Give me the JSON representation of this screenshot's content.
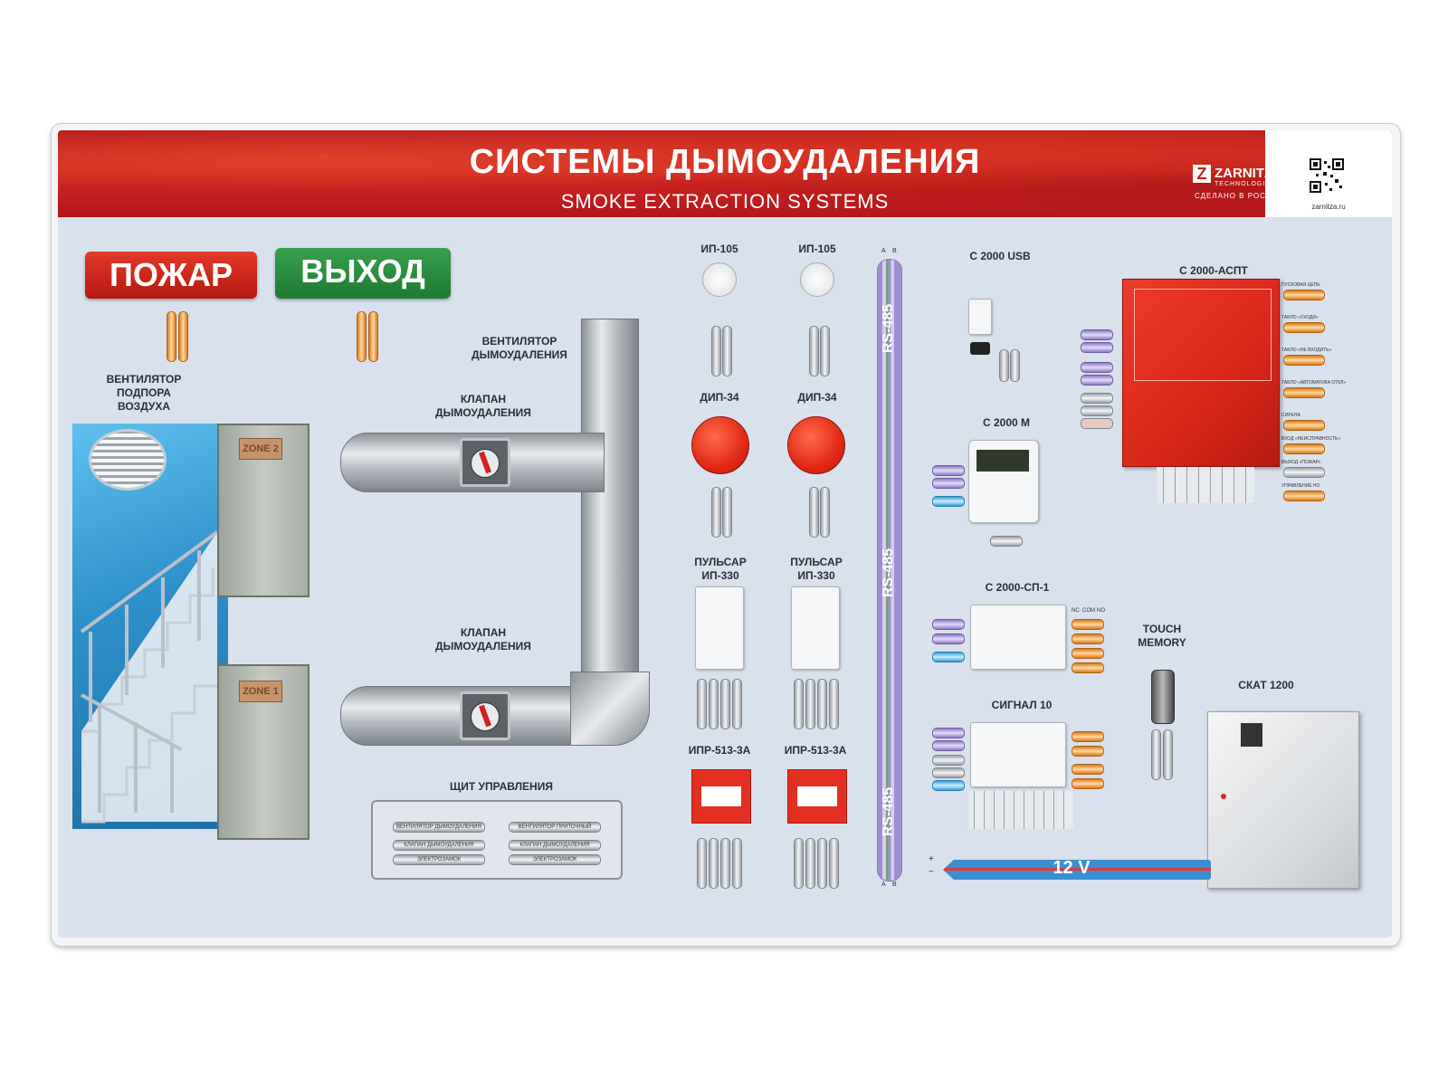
{
  "header": {
    "title": "СИСТЕМЫ ДЫМОУДАЛЕНИЯ",
    "subtitle": "SMOKE EXTRACTION SYSTEMS",
    "brand_name": "ZARNITZA",
    "brand_tagline": "TECHNOLOGIES",
    "brand_made": "СДЕЛАНО В РОССИИ",
    "site": "zarnitza.ru"
  },
  "signs": {
    "fire": "ПОЖАР",
    "exit": "ВЫХОД"
  },
  "labels": {
    "supply_fan": "ВЕНТИЛЯТОР\nПОДПОРА\nВОЗДУХА",
    "smoke_fan": "ВЕНТИЛЯТОР\nДЫМОУДАЛЕНИЯ",
    "valve_top": "КЛАПАН\nДЫМОУДАЛЕНИЯ",
    "valve_bottom": "КЛАПАН\nДЫМОУДАЛЕНИЯ",
    "control_panel": "ЩИТ УПРАВЛЕНИЯ",
    "ip105_a": "ИП-105",
    "ip105_b": "ИП-105",
    "dip34_a": "ДИП-34",
    "dip34_b": "ДИП-34",
    "pulsar_a": "ПУЛЬСАР\nИП-330",
    "pulsar_b": "ПУЛЬСАР\nИП-330",
    "ipr_a": "ИПР-513-3А",
    "ipr_b": "ИПР-513-3А",
    "c2000usb": "С 2000 USB",
    "c2000m": "С 2000 М",
    "c2000sp1": "С 2000-СП-1",
    "signal10": "СИГНАЛ 10",
    "c2000aspt": "С 2000-АСПТ",
    "touch_memory": "TOUCH\nMEMORY",
    "skat": "СКАТ 1200"
  },
  "zones": {
    "zone1": "ZONE 1",
    "zone2": "ZONE 2"
  },
  "bus": {
    "name": "RS-485",
    "a": "A",
    "b": "B"
  },
  "power": {
    "voltage": "12 V",
    "plus": "+",
    "minus": "−"
  },
  "control_buttons": {
    "fan_smoke": "ВЕНТИЛЯТОР ДЫМОУДАЛЕНИЯ",
    "fan_supply": "ВЕНТИЛЯТОР ПРИТОЧНЫЙ",
    "valve1": "КЛАПАН ДЫМОУДАЛЕНИЯ",
    "valve2": "КЛАПАН ДЫМОУДАЛЕНИЯ",
    "lock1": "ЭЛЕКТРОЗАМОК",
    "lock2": "ЭЛЕКТРОЗАМОК"
  },
  "aspt_outputs": [
    "ПУСКОВАЯ ЦЕПЬ",
    "ТАБЛО «УХОДИ»",
    "ТАБЛО «НЕ ВХОДИТЬ»",
    "ТАБЛО «АВТОМАТИКА ОТКЛ»",
    "СИРЕНА",
    "ВХОД «НЕИСПРАВНОСТЬ»",
    "ВЫХОД «ПОЖАР»",
    "УПРАВЛЕНИЕ НО"
  ],
  "relay_labels": {
    "nc": "NC",
    "com": "COM",
    "no": "NO"
  }
}
